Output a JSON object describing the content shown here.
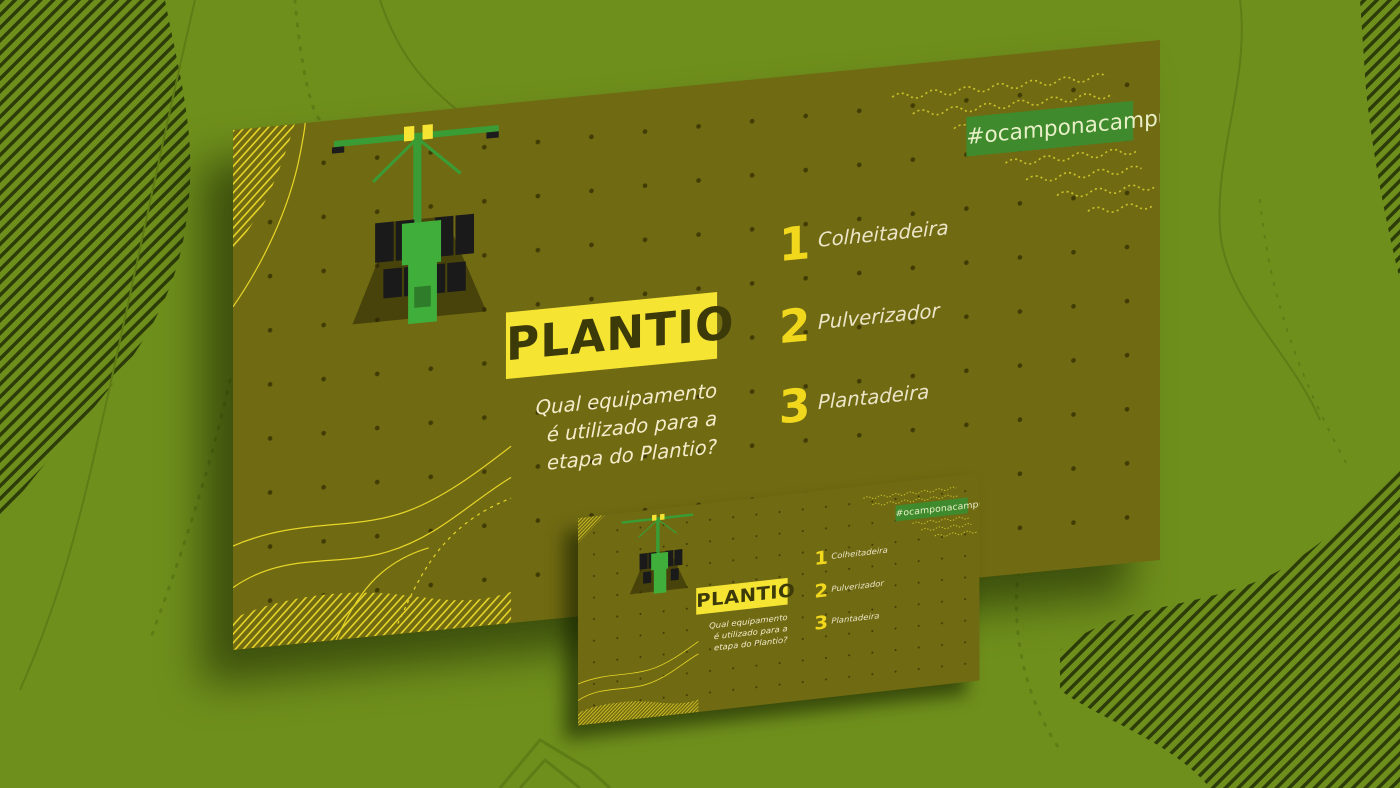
{
  "slide": {
    "hashtag": "#ocamponacampus",
    "title": "PLANTIO",
    "question": [
      "Qual equipamento",
      "é utilizado para a",
      "etapa do Plantio?"
    ],
    "options": [
      {
        "number": "1",
        "label": "Colheitadeira"
      },
      {
        "number": "2",
        "label": "Pulverizador"
      },
      {
        "number": "3",
        "label": "Plantadeira"
      }
    ]
  },
  "colors": {
    "background": "#6f8f1c",
    "slide": "#706a12",
    "accent_yellow": "#f6e433",
    "hashtag_green": "#3f8a2c",
    "tractor_green": "#3fae3a"
  },
  "icons": [
    "tractor-planter-icon",
    "topographic-lines",
    "wave-pattern"
  ]
}
